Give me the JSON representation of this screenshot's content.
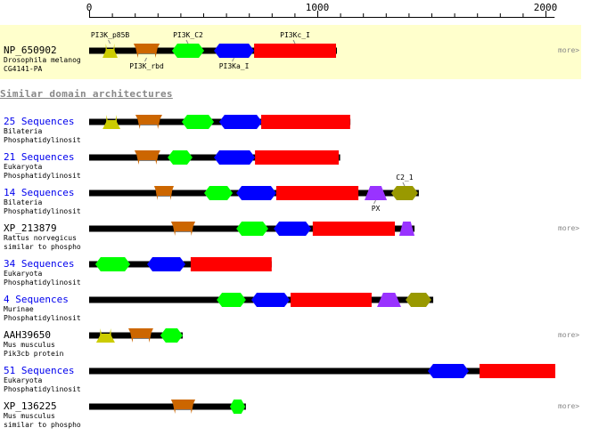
{
  "ruler": {
    "max": 2040,
    "labels": [
      "0",
      "1000",
      "2000"
    ],
    "label_values": [
      0,
      1000,
      2000
    ],
    "tick_step": 100
  },
  "heading": "Similar domain architectures",
  "colors": {
    "PI3K_p85B": "#cccc00",
    "PI3K_rbd": "#cc6600",
    "PI3K_C2": "#00ff00",
    "PI3Ka_I": "#0000ff",
    "PI3Kc_I": "#ff0000",
    "PX": "#9933ff",
    "C2_1": "#999900",
    "line": "#000000",
    "highlight": "#ffffcc"
  },
  "rows": [
    {
      "title": "NP_650902",
      "line1": "Drosophila melanog",
      "line2": "CG4141-PA",
      "link": false,
      "more": "more>",
      "length": 1086,
      "domains": [
        {
          "n": "PI3K_p85B",
          "s": 59,
          "e": 125,
          "label": "PI3K_p85B",
          "lp": "top"
        },
        {
          "n": "PI3K_rbd",
          "s": 195,
          "e": 309,
          "label": "PI3K_rbd",
          "lp": "bottom"
        },
        {
          "n": "PI3K_C2",
          "s": 363,
          "e": 504,
          "label": "PI3K_C2",
          "lp": "top"
        },
        {
          "n": "PI3Ka_I",
          "s": 547,
          "e": 723,
          "label": "PI3Ka_I",
          "lp": "bottom"
        },
        {
          "n": "PI3Kc_I",
          "s": 723,
          "e": 1082,
          "label": "PI3Kc_I",
          "lp": "top"
        }
      ]
    },
    {
      "title": "25 Sequences",
      "line1": "Bilateria",
      "line2": "Phosphatidylinosit",
      "link": true,
      "length": 1145,
      "domains": [
        {
          "n": "PI3K_p85B",
          "s": 59,
          "e": 137
        },
        {
          "n": "PI3K_rbd",
          "s": 203,
          "e": 320
        },
        {
          "n": "PI3K_C2",
          "s": 406,
          "e": 547
        },
        {
          "n": "PI3Ka_I",
          "s": 570,
          "e": 758
        },
        {
          "n": "PI3Kc_I",
          "s": 754,
          "e": 1144
        }
      ]
    },
    {
      "title": "21 Sequences",
      "line1": "Eukaryota",
      "line2": "Phosphatidylinosit",
      "link": true,
      "length": 1100,
      "domains": [
        {
          "n": "PI3K_rbd",
          "s": 199,
          "e": 312
        },
        {
          "n": "PI3K_C2",
          "s": 344,
          "e": 453
        },
        {
          "n": "PI3Ka_I",
          "s": 547,
          "e": 727
        },
        {
          "n": "PI3Kc_I",
          "s": 727,
          "e": 1094
        }
      ]
    },
    {
      "title": "14 Sequences",
      "line1": "Bilateria",
      "line2": "Phosphatidylinosit",
      "link": true,
      "length": 1445,
      "domains": [
        {
          "n": "PI3K_rbd",
          "s": 285,
          "e": 371
        },
        {
          "n": "PI3K_C2",
          "s": 504,
          "e": 629
        },
        {
          "n": "PI3Ka_I",
          "s": 645,
          "e": 820
        },
        {
          "n": "PI3Kc_I",
          "s": 820,
          "e": 1180
        },
        {
          "n": "PX",
          "s": 1207,
          "e": 1305,
          "label": "PX",
          "lp": "bottom"
        },
        {
          "n": "C2_1",
          "s": 1324,
          "e": 1441,
          "label": "C2_1",
          "lp": "top"
        }
      ]
    },
    {
      "title": "XP_213879",
      "line1": "Rattus norvegicus",
      "line2": "similar to phospho",
      "link": false,
      "more": "more>",
      "length": 1426,
      "domains": [
        {
          "n": "PI3K_rbd",
          "s": 359,
          "e": 465
        },
        {
          "n": "PI3K_C2",
          "s": 645,
          "e": 785
        },
        {
          "n": "PI3Ka_I",
          "s": 809,
          "e": 973
        },
        {
          "n": "PI3Kc_I",
          "s": 980,
          "e": 1340
        },
        {
          "n": "PX",
          "s": 1359,
          "e": 1426
        }
      ]
    },
    {
      "title": "34 Sequences",
      "line1": "Eukaryota",
      "line2": "Phosphatidylinosit",
      "link": true,
      "length": 800,
      "domains": [
        {
          "n": "PI3K_C2",
          "s": 27,
          "e": 180
        },
        {
          "n": "PI3Ka_I",
          "s": 254,
          "e": 422
        },
        {
          "n": "PI3Kc_I",
          "s": 445,
          "e": 800
        }
      ]
    },
    {
      "title": "4 Sequences",
      "line1": "Murinae",
      "line2": "Phosphatidylinosit",
      "link": true,
      "length": 1508,
      "domains": [
        {
          "n": "PI3K_C2",
          "s": 559,
          "e": 687
        },
        {
          "n": "PI3Ka_I",
          "s": 711,
          "e": 879
        },
        {
          "n": "PI3Kc_I",
          "s": 883,
          "e": 1238
        },
        {
          "n": "PX",
          "s": 1262,
          "e": 1367
        },
        {
          "n": "C2_1",
          "s": 1387,
          "e": 1500
        }
      ]
    },
    {
      "title": "AAH39650",
      "line1": "Mus musculus",
      "line2": "Pik3cb protein",
      "link": false,
      "more": "more>",
      "length": 410,
      "domains": [
        {
          "n": "PI3K_p85B",
          "s": 31,
          "e": 113
        },
        {
          "n": "PI3K_rbd",
          "s": 172,
          "e": 281
        },
        {
          "n": "PI3K_C2",
          "s": 312,
          "e": 410
        }
      ]
    },
    {
      "title": "51 Sequences",
      "line1": "Eukaryota",
      "line2": "Phosphatidylinosit",
      "link": true,
      "length": 2040,
      "domains": [
        {
          "n": "PI3Ka_I",
          "s": 1484,
          "e": 1664
        },
        {
          "n": "PI3Kc_I",
          "s": 1711,
          "e": 2043
        }
      ]
    },
    {
      "title": "XP_136225",
      "line1": "Mus musculus",
      "line2": "similar to phospho",
      "link": false,
      "more": "more>",
      "length": 687,
      "domains": [
        {
          "n": "PI3K_rbd",
          "s": 359,
          "e": 465
        },
        {
          "n": "PI3K_C2",
          "s": 617,
          "e": 684
        }
      ]
    }
  ]
}
